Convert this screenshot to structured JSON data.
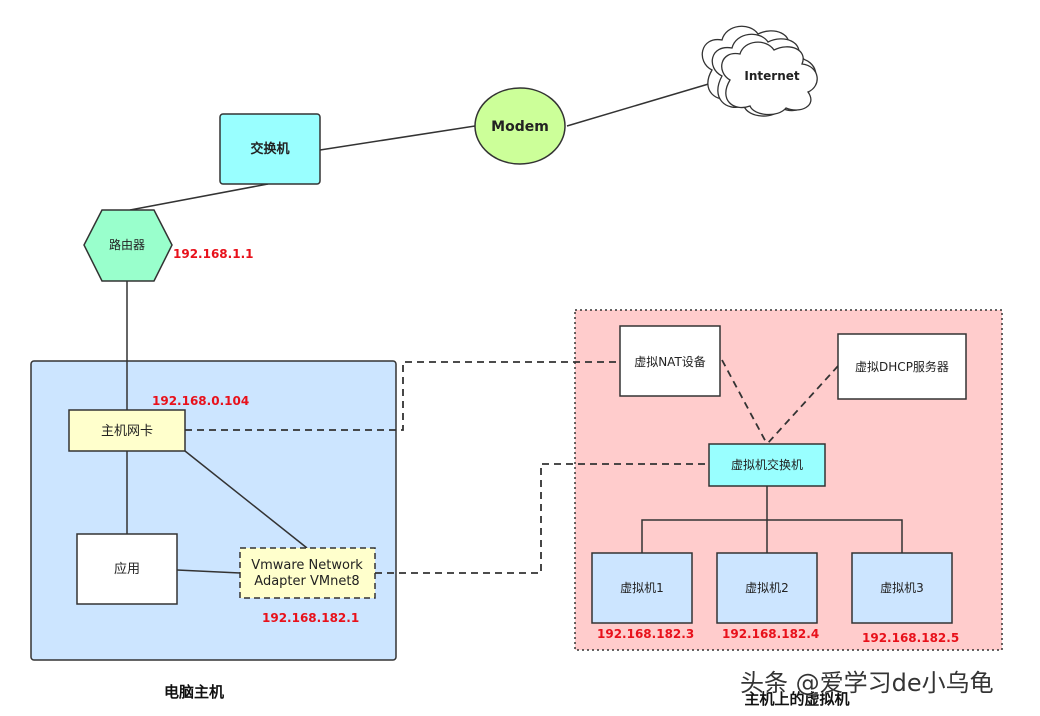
{
  "nodes": {
    "internet": "Internet",
    "modem": "Modem",
    "switch": "交换机",
    "router": "路由器",
    "host_nic": "主机网卡",
    "app": "应用",
    "vmnet8_line1": "Vmware Network",
    "vmnet8_line2": "Adapter VMnet8",
    "virtual_nat": "虚拟NAT设备",
    "virtual_dhcp": "虚拟DHCP服务器",
    "vm_switch": "虚拟机交换机",
    "vm1": "虚拟机1",
    "vm2": "虚拟机2",
    "vm3": "虚拟机3"
  },
  "ips": {
    "router": "192.168.1.1",
    "host_nic": "192.168.0.104",
    "vmnet8": "192.168.182.1",
    "vm1": "192.168.182.3",
    "vm2": "192.168.182.4",
    "vm3": "192.168.182.5"
  },
  "groups": {
    "host": "电脑主机",
    "vms": "主机上的虚拟机"
  },
  "watermark": "头条 @爱学习de小乌龟",
  "colors": {
    "cyan_node": "#99ffff",
    "modem_green": "#ccff99",
    "router_green": "#99ffcc",
    "nic_yellow": "#ffffcc",
    "host_blue": "#cce5ff",
    "vm_pink": "#ffcccc",
    "vm_node_blue": "#cce5ff",
    "ip_red": "#e8111b"
  }
}
